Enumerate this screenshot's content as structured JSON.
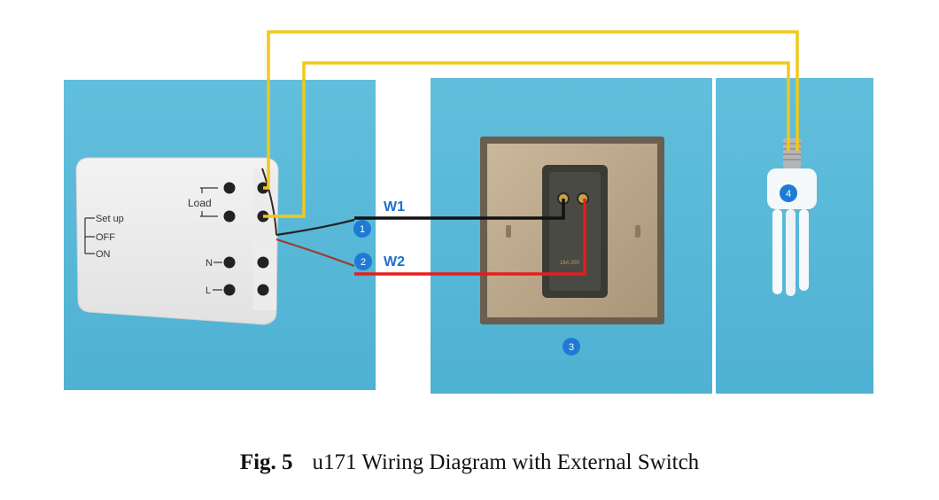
{
  "figure": {
    "caption_prefix": "Fig. 5",
    "caption_text": "u171 Wiring Diagram with External Switch"
  },
  "module": {
    "load_label": "Load",
    "setup_labels": [
      "Set up",
      "OFF",
      "ON"
    ],
    "terminal_n_label": "N",
    "terminal_l_label": "L"
  },
  "wires": {
    "w1_label": "W1",
    "w2_label": "W2",
    "w1_color": "#111111",
    "w2_color": "#e81c1c",
    "load_color": "#f2c81a"
  },
  "markers": [
    "1",
    "2",
    "3",
    "4"
  ],
  "switch": {
    "rating_text": "16A 250"
  },
  "colors": {
    "panel_bg": "#5bbad8",
    "marker_blue": "#1f7ad6",
    "label_blue": "#1e6fd0"
  }
}
